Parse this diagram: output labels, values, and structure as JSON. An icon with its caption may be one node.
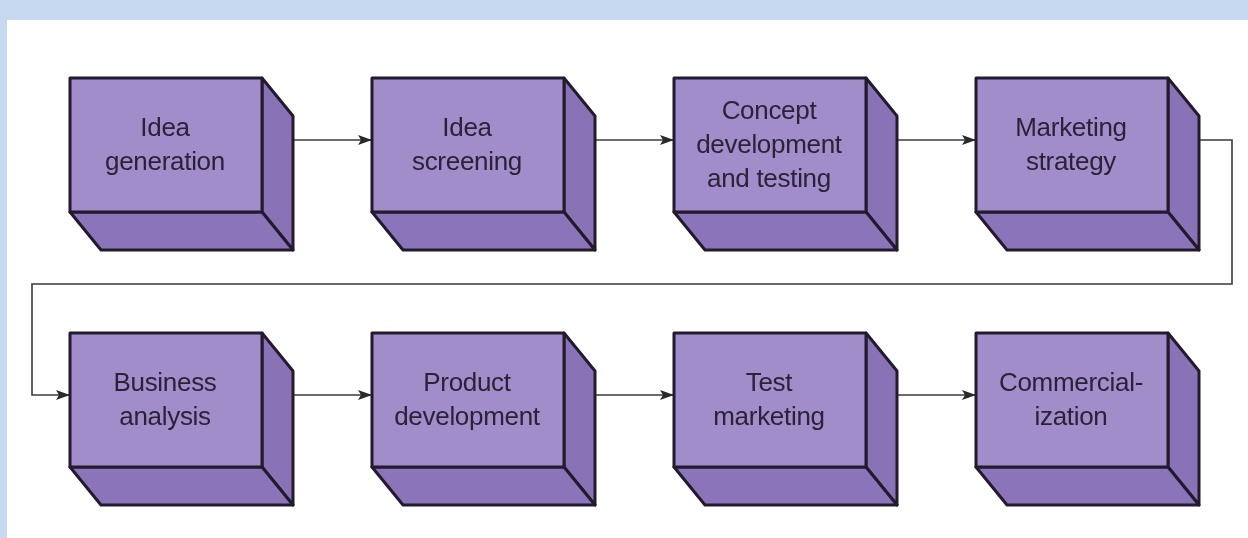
{
  "diagram": {
    "nodes": [
      {
        "text": [
          "Idea generation"
        ]
      },
      {
        "text": [
          "Idea screening"
        ]
      },
      {
        "text": [
          "Concept development and testing"
        ]
      },
      {
        "text": [
          "Marketing strategy"
        ]
      },
      {
        "text": [
          "Business analysis"
        ]
      },
      {
        "text": [
          "Product development"
        ]
      },
      {
        "text": [
          "Test marketing"
        ]
      },
      {
        "text": [
          "Commercial- ization"
        ]
      }
    ],
    "edges": [
      {
        "from": 0,
        "to": 1,
        "arrow": "to"
      },
      {
        "from": 1,
        "to": 2,
        "arrow": "to"
      },
      {
        "from": 2,
        "to": 3,
        "arrow": "to"
      },
      {
        "from": 3,
        "to": 4,
        "arrow": "to"
      },
      {
        "from": 4,
        "to": 5,
        "arrow": "to"
      },
      {
        "from": 5,
        "to": 6,
        "arrow": "to"
      },
      {
        "from": 6,
        "to": 7,
        "arrow": "to"
      }
    ]
  }
}
